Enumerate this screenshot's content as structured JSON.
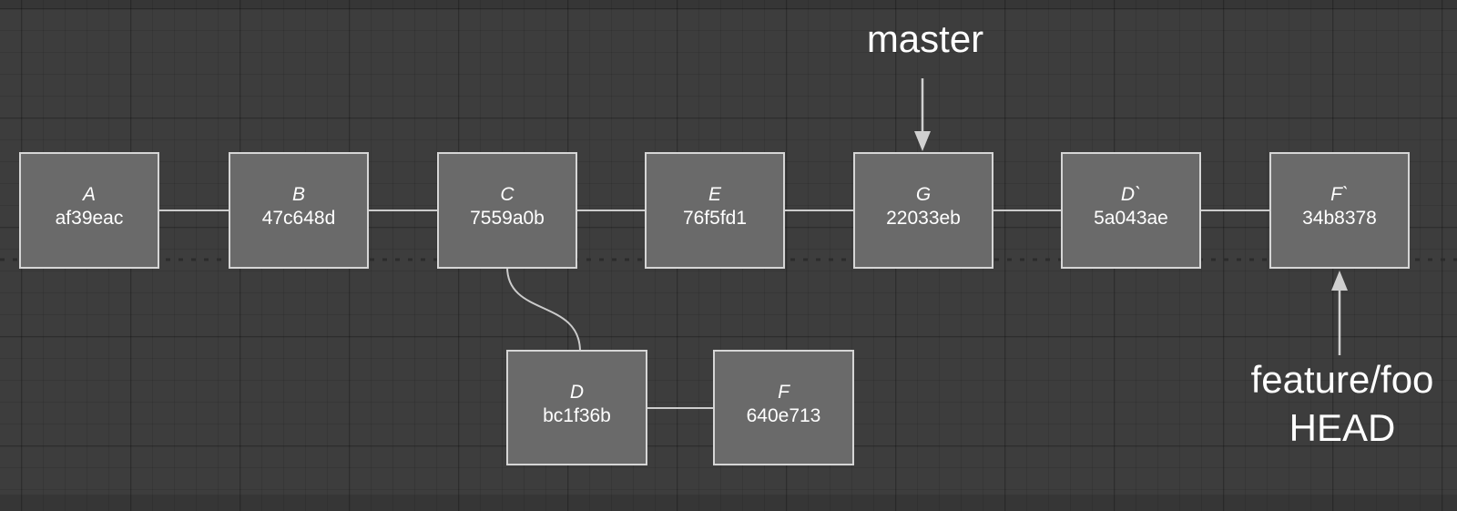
{
  "diagram": {
    "type": "git-commit-graph",
    "main_row": [
      {
        "label": "A",
        "hash": "af39eac"
      },
      {
        "label": "B",
        "hash": "47c648d"
      },
      {
        "label": "C",
        "hash": "7559a0b"
      },
      {
        "label": "E",
        "hash": "76f5fd1"
      },
      {
        "label": "G",
        "hash": "22033eb"
      },
      {
        "label": "D`",
        "hash": "5a043ae"
      },
      {
        "label": "F`",
        "hash": "34b8378"
      }
    ],
    "branch_row": [
      {
        "label": "D",
        "hash": "bc1f36b"
      },
      {
        "label": "F",
        "hash": "640e713"
      }
    ],
    "annotations": {
      "master": "master",
      "feature_branch": "feature/foo",
      "head": "HEAD"
    },
    "edges": [
      "A-B",
      "B-C",
      "C-E",
      "E-G",
      "G-D`",
      "D`-F`",
      "C-D (curved)",
      "D-F"
    ],
    "pointers": [
      {
        "label": "master",
        "target": "G",
        "direction": "down"
      },
      {
        "label": "feature/foo HEAD",
        "target": "F`",
        "direction": "up"
      }
    ],
    "colors": {
      "background": "#3d3d3d",
      "box_fill": "#6a6a6a",
      "box_border": "#d6d6d6",
      "connector": "#cccccc",
      "arrow": "#d0d0d0",
      "dashed_guide": "#2b2b2b",
      "text": "#ffffff"
    }
  }
}
